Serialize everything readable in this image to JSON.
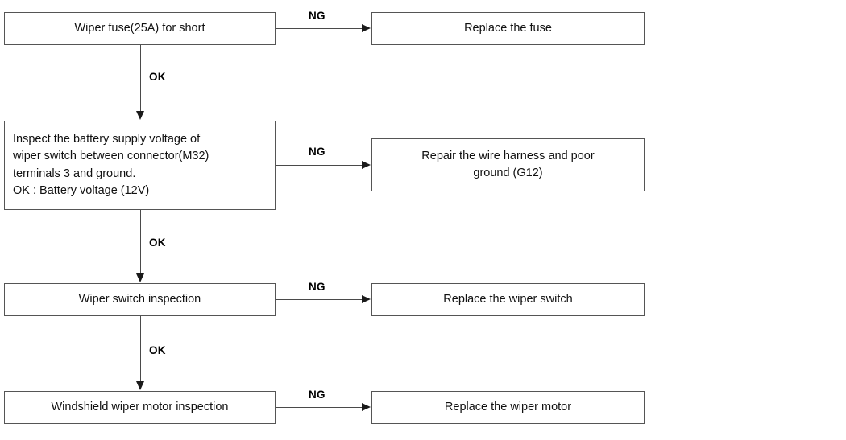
{
  "diagram": {
    "title": "Windshield wiper troubleshooting flowchart",
    "background_color": "#ffffff",
    "border_color": "#555555",
    "line_color": "#4a4a4a",
    "text_color": "#111111"
  },
  "nodes": {
    "check_fuse": "Wiper fuse(25A) for short",
    "replace_fuse": "Replace the fuse",
    "check_voltage": "Inspect the battery supply voltage of\nwiper switch between connector(M32)\nterminals 3 and ground.\nOK : Battery voltage (12V)",
    "repair_harness": "Repair the wire harness and poor\nground (G12)",
    "check_switch": "Wiper switch inspection",
    "replace_switch": "Replace the wiper switch",
    "check_motor": "Windshield wiper motor inspection",
    "replace_motor": "Replace the wiper motor"
  },
  "edge_labels": {
    "ng_1": "NG",
    "ng_2": "NG",
    "ng_3": "NG",
    "ng_4": "NG",
    "ok_1": "OK",
    "ok_2": "OK",
    "ok_3": "OK"
  }
}
